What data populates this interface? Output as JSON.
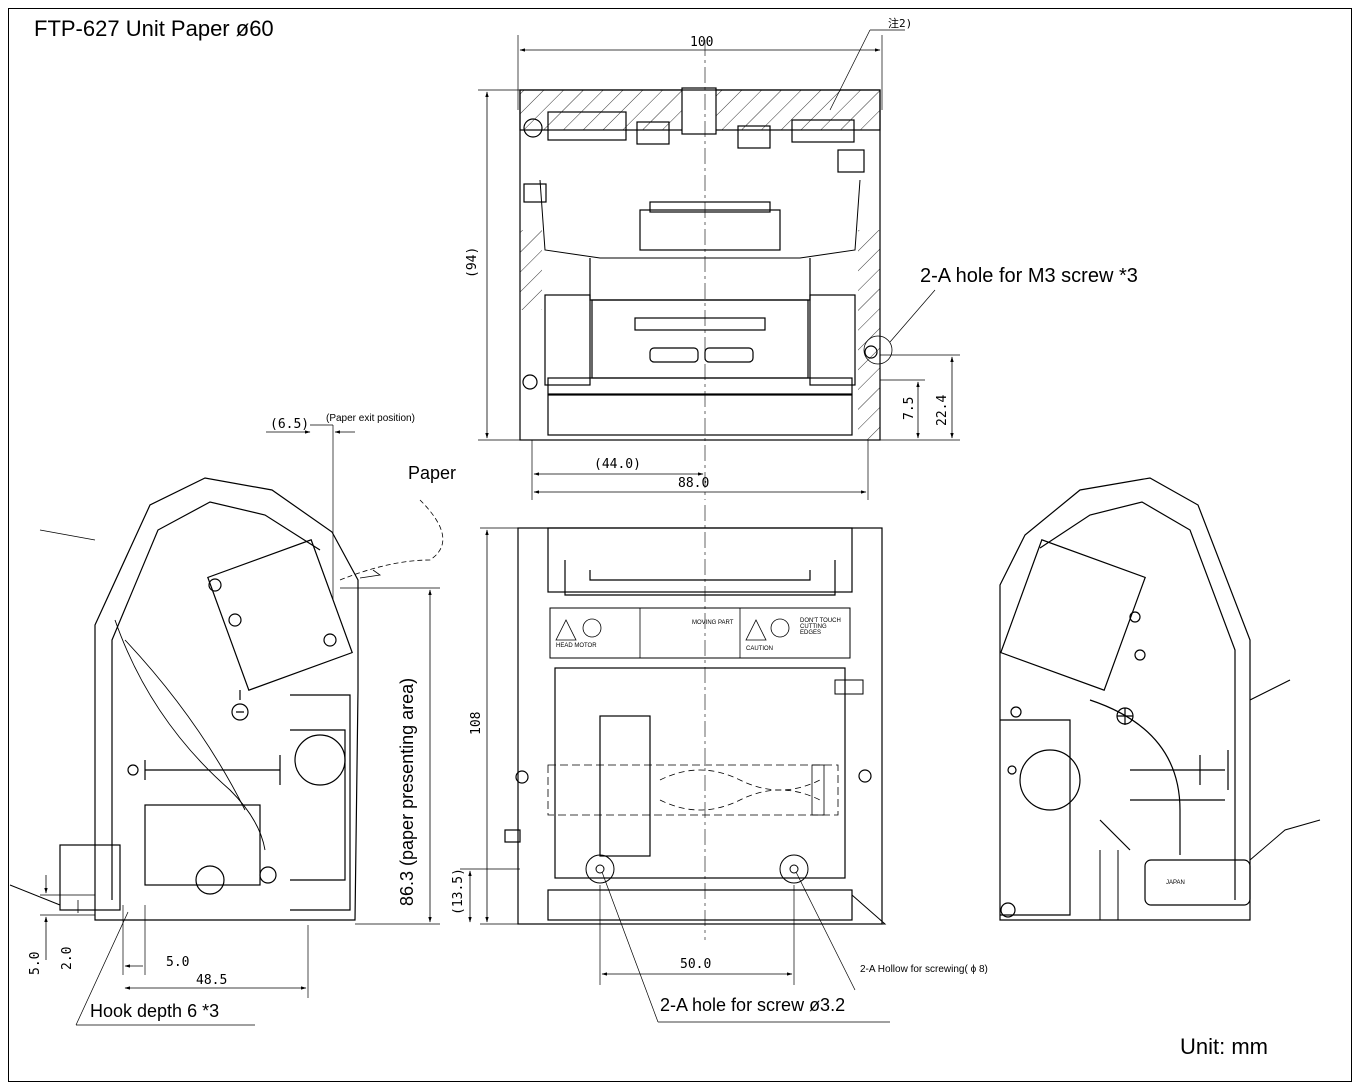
{
  "title": "FTP-627 Unit Paper ø60",
  "unit_label": "Unit: mm",
  "notes": {
    "note2": "注2)",
    "hole_m3": "2-A hole for M3 screw *3",
    "paper_exit": "(Paper exit position)",
    "paper": "Paper",
    "presenting_area": "86.3 (paper presenting area)",
    "hollow": "2-A Hollow for screwing( ϕ 8)",
    "hole_screw": "2-A hole for screw ø3.2",
    "hook": "Hook depth 6 *3"
  },
  "dimensions": {
    "width_100": "100",
    "height_94": "(94)",
    "d_7_5": "7.5",
    "d_22_4": "22.4",
    "d_44": "(44.0)",
    "d_88": "88.0",
    "d_6_5": "(6.5)",
    "d_108": "108",
    "d_13_5": "(13.5)",
    "d_50": "50.0",
    "d_5_0v": "5.0",
    "d_2_0": "2.0",
    "d_5_0h": "5.0",
    "d_48_5": "48.5"
  },
  "label_texts": {
    "head_motor": "HEAD MOTOR",
    "moving_part": "MOVING PART",
    "dont_touch": "DON'T TOUCH CUTTING EDGES",
    "caution": "CAUTION",
    "japan": "JAPAN"
  }
}
